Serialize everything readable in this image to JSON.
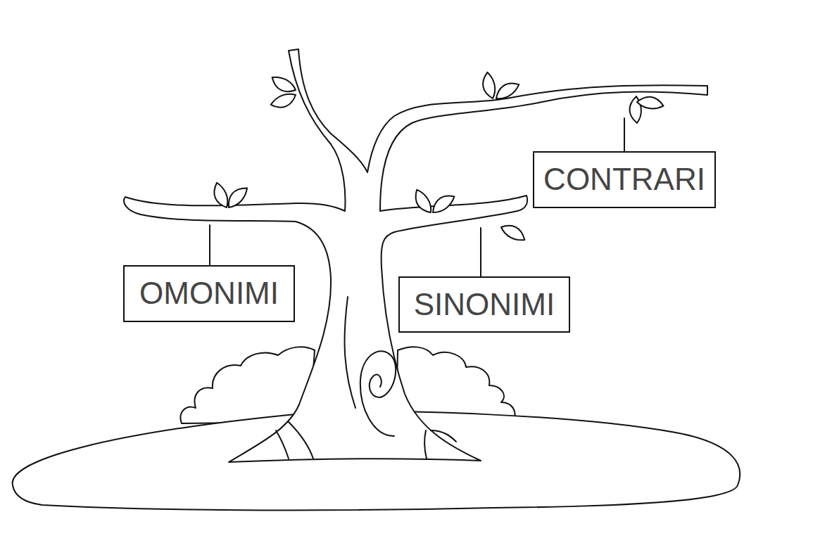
{
  "diagram": {
    "nodes": [
      {
        "text": [
          "CONTRARI"
        ]
      },
      {
        "text": [
          "OMONIMI"
        ]
      },
      {
        "text": [
          "SINONIMI"
        ]
      }
    ]
  }
}
